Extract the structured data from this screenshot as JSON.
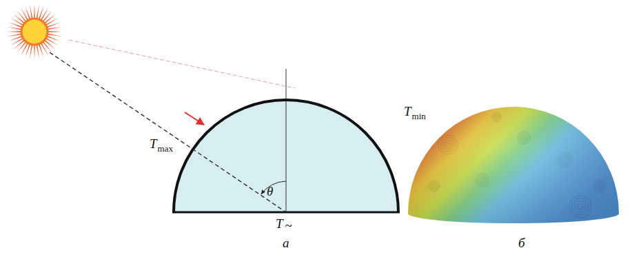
{
  "diagram": {
    "labels": [
      "T",
      "max",
      "T",
      "min",
      "θ",
      "T",
      "~",
      "а",
      "б"
    ]
  }
}
